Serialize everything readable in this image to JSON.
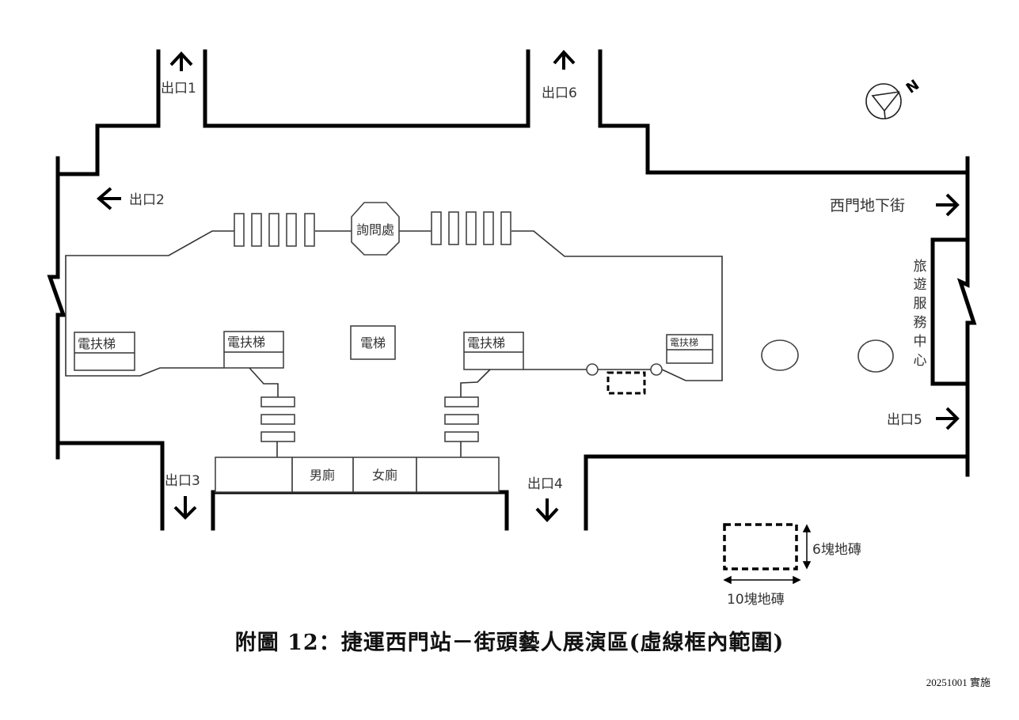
{
  "map": {
    "exits": {
      "exit1": "出口1",
      "exit2": "出口2",
      "exit3": "出口3",
      "exit4": "出口4",
      "exit5": "出口5",
      "exit6": "出口6"
    },
    "ximen_underground_mall": "西門地下街",
    "information_desk": "詢問處",
    "elevator": "電梯",
    "escalators": [
      "電扶梯",
      "電扶梯",
      "電扶梯",
      "電扶梯"
    ],
    "mens_restroom": "男廁",
    "womens_restroom": "女廁",
    "tourist_service_center": [
      "旅",
      "遊",
      "服",
      "務",
      "中",
      "心"
    ],
    "north_label": "N",
    "legend": {
      "height_label": "6塊地磚",
      "width_label": "10塊地磚"
    },
    "colors": {
      "wall": "#000000",
      "line": "#333333",
      "background": "#ffffff"
    }
  },
  "caption": "附圖 12：捷運西門站－街頭藝人展演區(虛線框內範圍)",
  "stamp": "20251001 實施"
}
